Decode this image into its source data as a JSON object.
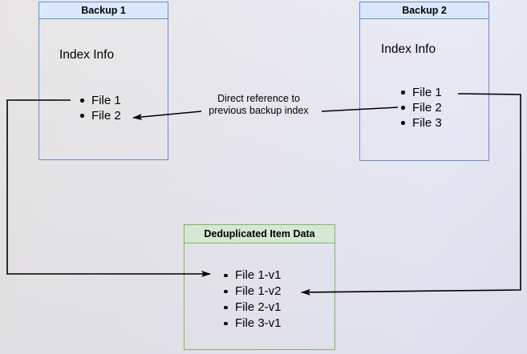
{
  "backup1": {
    "title": "Backup 1",
    "subtitle": "Index Info",
    "files": [
      "File 1",
      "File 2"
    ]
  },
  "backup2": {
    "title": "Backup 2",
    "subtitle": "Index Info",
    "files": [
      "File 1",
      "File 2",
      "File 3"
    ]
  },
  "dedup": {
    "title": "Deduplicated Item Data",
    "items": [
      "File 1-v1",
      "File 1-v2",
      "File 2-v1",
      "File 3-v1"
    ]
  },
  "annotation": {
    "line1": "Direct reference to",
    "line2": "previous backup index"
  },
  "colors": {
    "backup_fill": "#dae8fc",
    "backup_border": "#6c8ebf",
    "dedup_fill": "#d5e8d4",
    "dedup_border": "#82b366",
    "arrow_color": "#000000",
    "text_color": "#000000"
  }
}
